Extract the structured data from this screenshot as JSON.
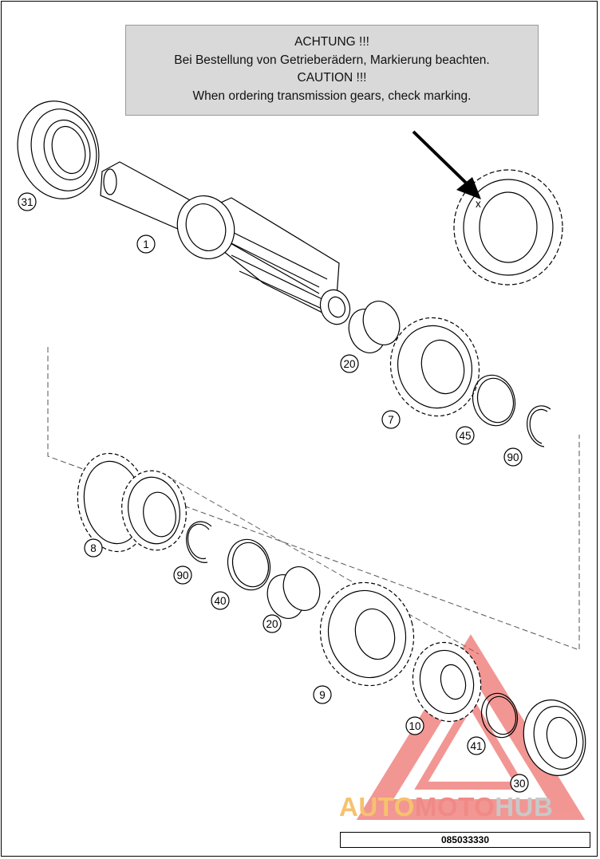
{
  "caution": {
    "line1": "ACHTUNG !!!",
    "line2": "Bei Bestellung von Getrieberädern, Markierung beachten.",
    "line3": "CAUTION !!!",
    "line4": "When ordering transmission gears, check marking."
  },
  "marking_label": "x",
  "callouts": {
    "c31": "31",
    "c1": "1",
    "c20a": "20",
    "c7": "7",
    "c45": "45",
    "c90a": "90",
    "c8": "8",
    "c90b": "90",
    "c40": "40",
    "c20b": "20",
    "c9": "9",
    "c10": "10",
    "c41": "41",
    "c30": "30"
  },
  "watermark": {
    "part1": "AUTO",
    "part2": "MOTO",
    "part3": "HUB",
    "colors": {
      "yellow": "#f6c26e",
      "red": "#f08a86",
      "gray": "#c8c8c8",
      "triangle": "#e8413c"
    }
  },
  "part_number": "085033330"
}
